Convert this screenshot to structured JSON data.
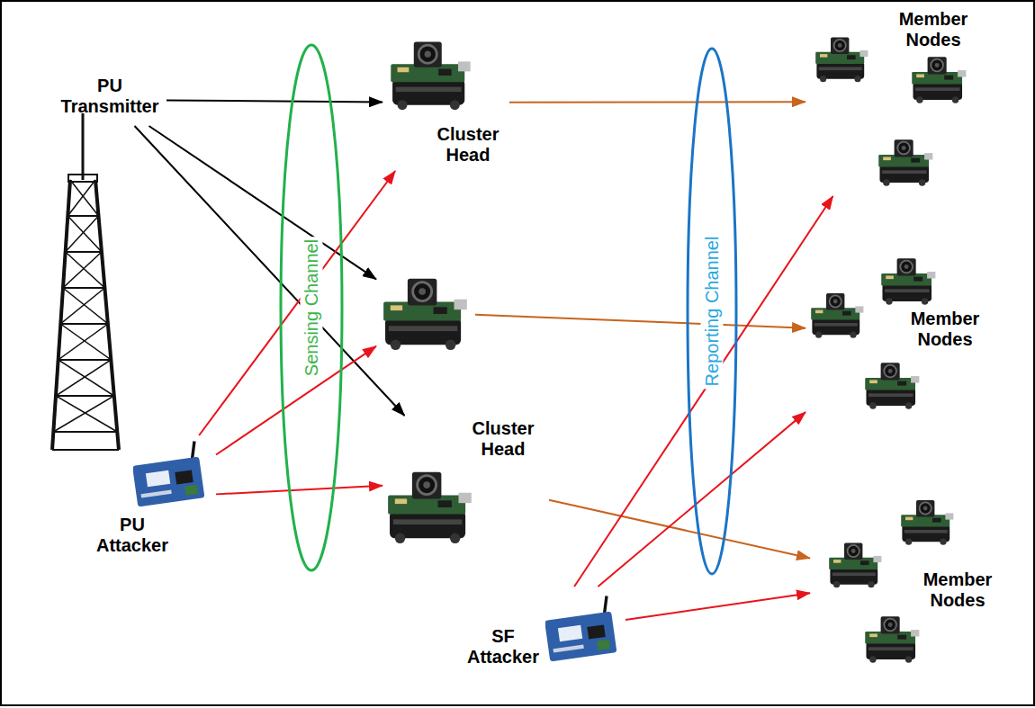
{
  "diagram": {
    "nodes": [
      {
        "text": [
          "PU Transmitter"
        ]
      },
      {
        "text": [
          "Cluster Head"
        ]
      },
      {
        "text": []
      },
      {
        "text": [
          "Cluster Head"
        ]
      },
      {
        "text": [
          "PU Attacker"
        ]
      },
      {
        "text": [
          "Sensing Channel"
        ]
      },
      {
        "text": [
          "Reporting Channel"
        ]
      },
      {
        "text": [
          "Member Nodes"
        ]
      },
      {
        "text": [
          "Member Nodes"
        ]
      },
      {
        "text": [
          "Member Nodes"
        ]
      },
      {
        "text": [
          "SF Attacker"
        ]
      }
    ],
    "edges": [
      {
        "from": 0,
        "to": 1,
        "arrow": "to"
      },
      {
        "from": 0,
        "to": 2,
        "arrow": "to"
      },
      {
        "from": 0,
        "to": 3,
        "arrow": "to"
      },
      {
        "from": 4,
        "to": 1,
        "arrow": "to"
      },
      {
        "from": 4,
        "to": 2,
        "arrow": "to"
      },
      {
        "from": 4,
        "to": 3,
        "arrow": "to"
      },
      {
        "from": 1,
        "to": 7,
        "arrow": "to"
      },
      {
        "from": 2,
        "to": 8,
        "arrow": "to"
      },
      {
        "from": 3,
        "to": 9,
        "arrow": "to"
      },
      {
        "from": 10,
        "to": 7,
        "arrow": "to"
      },
      {
        "from": 10,
        "to": 8,
        "arrow": "to"
      },
      {
        "from": 10,
        "to": 9,
        "arrow": "to"
      }
    ]
  }
}
